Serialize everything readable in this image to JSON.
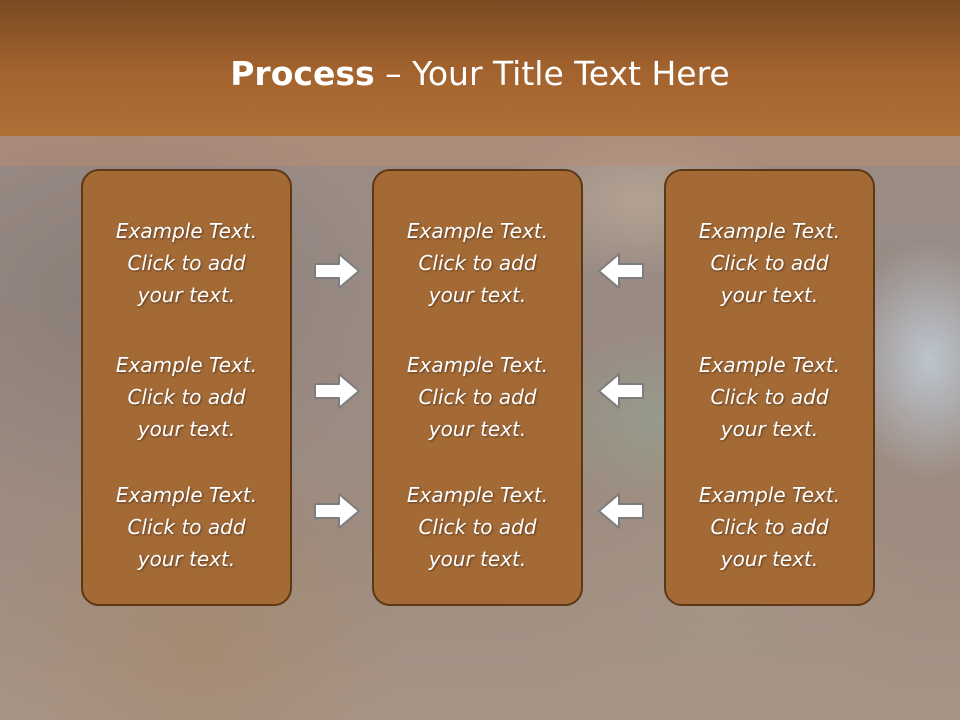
{
  "slide": {
    "title_bold": "Process",
    "title_sep": " – ",
    "title_rest": "Your Title Text Here"
  },
  "columns": [
    {
      "items": [
        {
          "line1": "Example Text.",
          "line2": "Click  to add",
          "line3": "your text."
        },
        {
          "line1": "Example Text.",
          "line2": "Click  to add",
          "line3": "your text."
        },
        {
          "line1": "Example Text.",
          "line2": "Click  to add",
          "line3": "your text."
        }
      ]
    },
    {
      "items": [
        {
          "line1": "Example Text.",
          "line2": "Click  to add",
          "line3": "your text."
        },
        {
          "line1": "Example Text.",
          "line2": "Click  to add",
          "line3": "your text."
        },
        {
          "line1": "Example Text.",
          "line2": "Click  to add",
          "line3": "your text."
        }
      ]
    },
    {
      "items": [
        {
          "line1": "Example Text.",
          "line2": "Click  to add",
          "line3": "your text."
        },
        {
          "line1": "Example Text.",
          "line2": "Click  to add",
          "line3": "your text."
        },
        {
          "line1": "Example Text.",
          "line2": "Click  to add",
          "line3": "your text."
        }
      ]
    }
  ],
  "arrows": {
    "left_group": "arrow-right-icon",
    "right_group": "arrow-left-icon"
  },
  "colors": {
    "title_bar": "#a4642f",
    "box_fill": "#a46a36",
    "box_border": "#5e3714",
    "text": "#ffffff",
    "arrow_fill": "#ffffff",
    "arrow_stroke": "#7d7d7d"
  }
}
